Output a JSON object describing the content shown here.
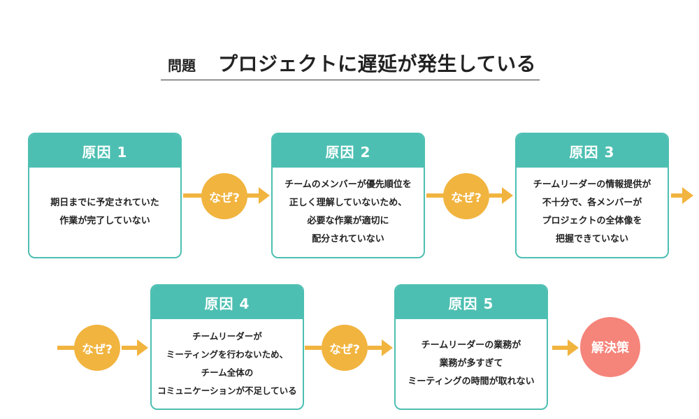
{
  "title": {
    "label": "問題",
    "text": "プロジェクトに遅延が発生している"
  },
  "why_label": "なぜ?",
  "causes": [
    {
      "heading": "原因 1",
      "text": "期日までに予定されていた\n作業が完了していない"
    },
    {
      "heading": "原因 2",
      "text": "チームのメンバーが優先順位を\n正しく理解していないため、\n必要な作業が適切に\n配分されていない"
    },
    {
      "heading": "原因 3",
      "text": "チームリーダーの情報提供が\n不十分で、各メンバーが\nプロジェクトの全体像を\n把握できていない"
    },
    {
      "heading": "原因 4",
      "text": "チームリーダーが\nミーティングを行わないため、\nチーム全体の\nコミュニケーションが不足している"
    },
    {
      "heading": "原因 5",
      "text": "チームリーダーの業務が\n業務が多すぎて\nミーティングの時間が取れない"
    }
  ],
  "solution": "解決策",
  "colors": {
    "teal": "#4dbfb2",
    "why": "#f1b43f",
    "solution": "#f5847a"
  }
}
